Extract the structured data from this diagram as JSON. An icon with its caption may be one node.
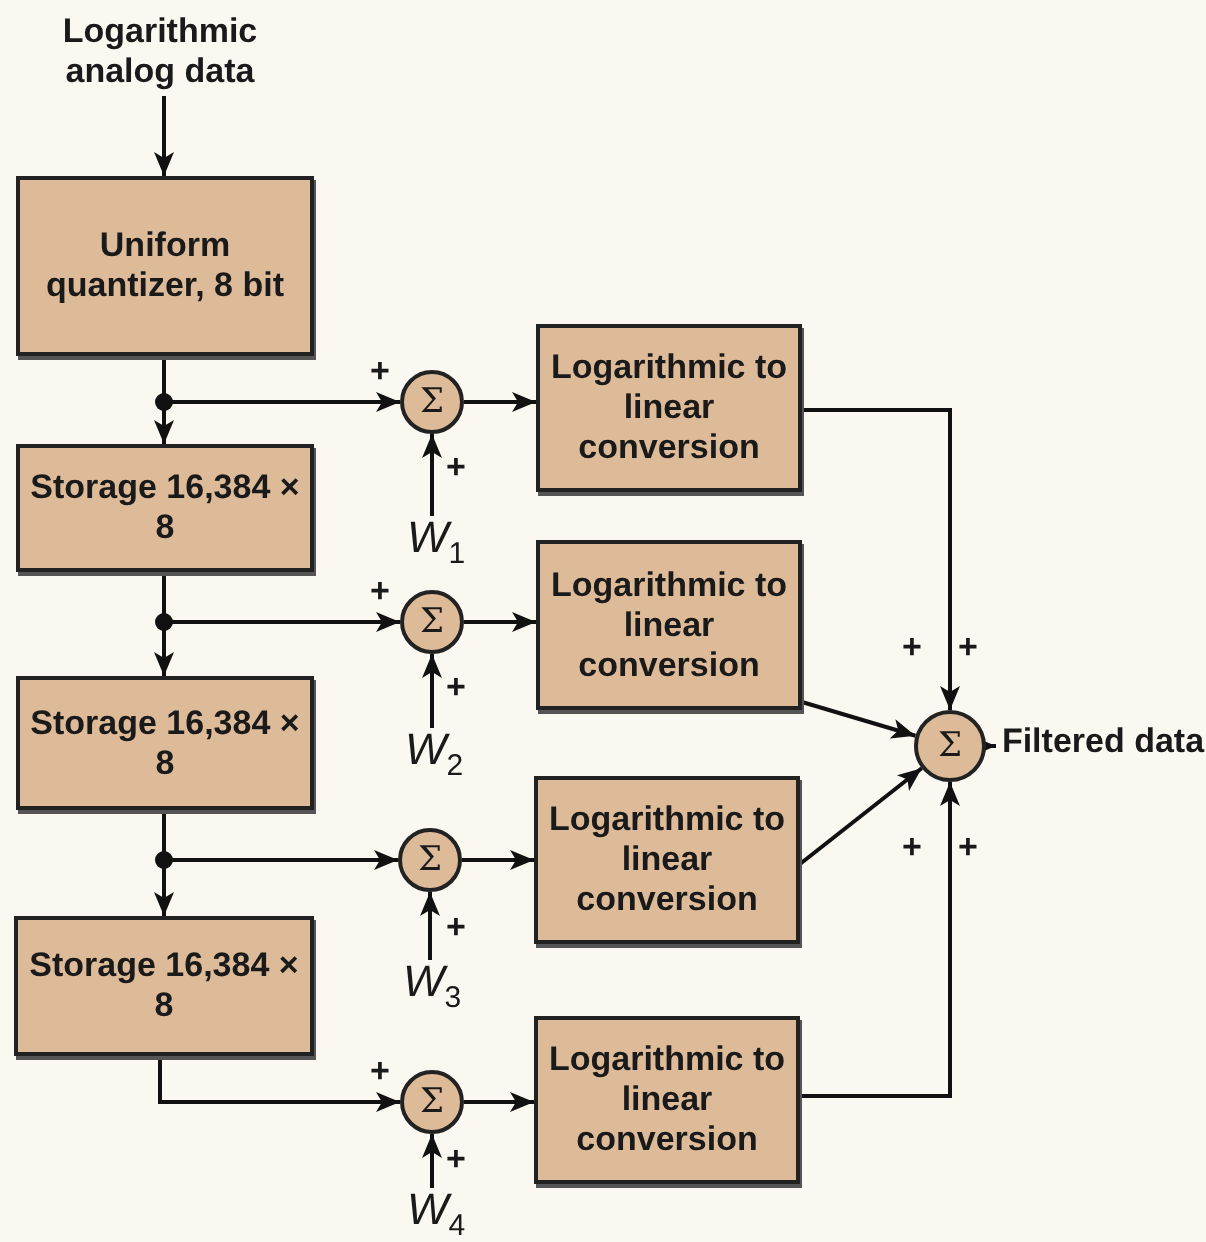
{
  "diagram": {
    "nodes": [
      {
        "text": [
          "Logarithmic analog data"
        ]
      },
      {
        "text": [
          "Uniform quantizer, 8 bit"
        ]
      },
      {
        "text": [
          "Storage 16,384 × 8"
        ]
      },
      {
        "text": [
          "Storage 16,384 × 8"
        ]
      },
      {
        "text": [
          "Storage 16,384 × 8"
        ]
      },
      {
        "text": [
          "Σ"
        ]
      },
      {
        "text": [
          "Σ"
        ]
      },
      {
        "text": [
          "Σ"
        ]
      },
      {
        "text": [
          "Σ"
        ]
      },
      {
        "text": [
          "*W*$_{1}$"
        ]
      },
      {
        "text": [
          "*W*$_{2}$"
        ]
      },
      {
        "text": [
          "*W*$_{3}$"
        ]
      },
      {
        "text": [
          "*W*$_{4}$"
        ]
      },
      {
        "text": [
          "Logarithmic to linear conversion"
        ]
      },
      {
        "text": [
          "Logarithmic to linear conversion"
        ]
      },
      {
        "text": [
          "Logarithmic to linear conversion"
        ]
      },
      {
        "text": [
          "Logarithmic to linear conversion"
        ]
      },
      {
        "text": [
          "Σ"
        ]
      },
      {
        "text": [
          "Filtered data"
        ]
      }
    ],
    "edges": [
      {
        "from": 0,
        "to": 1,
        "arrow": "to"
      },
      {
        "from": 1,
        "to": 2,
        "arrow": "to"
      },
      {
        "from": 1,
        "to": 5,
        "arrow": "to",
        "label": "+"
      },
      {
        "from": 2,
        "to": 3,
        "arrow": "to"
      },
      {
        "from": 2,
        "to": 6,
        "arrow": "to",
        "label": "+"
      },
      {
        "from": 3,
        "to": 4,
        "arrow": "to"
      },
      {
        "from": 3,
        "to": 7,
        "arrow": "to"
      },
      {
        "from": 4,
        "to": 8,
        "arrow": "to",
        "label": "+"
      },
      {
        "from": 9,
        "to": 5,
        "arrow": "to",
        "label": "+"
      },
      {
        "from": 10,
        "to": 6,
        "arrow": "to",
        "label": "+"
      },
      {
        "from": 11,
        "to": 7,
        "arrow": "to",
        "label": "+"
      },
      {
        "from": 12,
        "to": 8,
        "arrow": "to",
        "label": "+"
      },
      {
        "from": 5,
        "to": 13,
        "arrow": "to"
      },
      {
        "from": 6,
        "to": 14,
        "arrow": "to"
      },
      {
        "from": 7,
        "to": 15,
        "arrow": "to"
      },
      {
        "from": 8,
        "to": 16,
        "arrow": "to"
      },
      {
        "from": 13,
        "to": 17,
        "arrow": "to",
        "label": "+"
      },
      {
        "from": 14,
        "to": 17,
        "arrow": "to",
        "label": "+"
      },
      {
        "from": 15,
        "to": 17,
        "arrow": "to",
        "label": "+"
      },
      {
        "from": 16,
        "to": 17,
        "arrow": "to",
        "label": "+"
      },
      {
        "from": 17,
        "to": 18,
        "arrow": "to"
      }
    ]
  }
}
